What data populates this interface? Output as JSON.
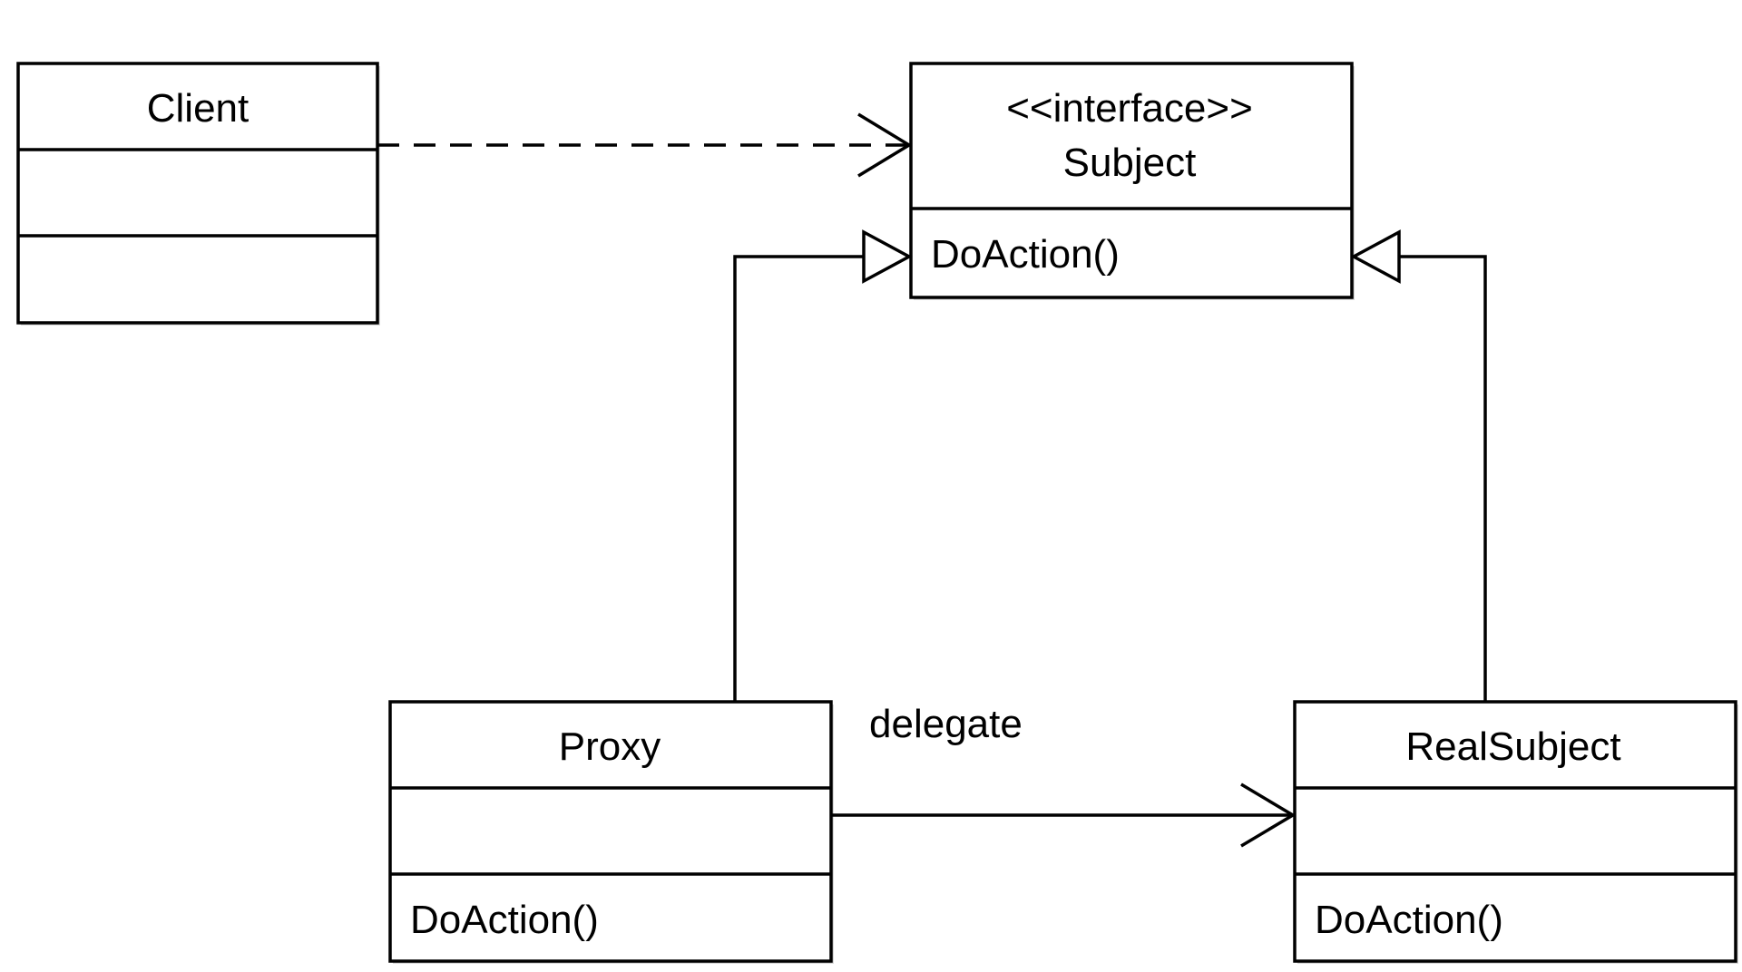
{
  "diagram": {
    "type": "uml-class-diagram",
    "classes": {
      "client": {
        "name": "Client",
        "attributes": [],
        "methods": []
      },
      "subject": {
        "stereotype": "<<interface>>",
        "name": "Subject",
        "methods": [
          "DoAction()"
        ]
      },
      "proxy": {
        "name": "Proxy",
        "attributes": [],
        "methods": [
          "DoAction()"
        ]
      },
      "real_subject": {
        "name": "RealSubject",
        "attributes": [],
        "methods": [
          "DoAction()"
        ]
      }
    },
    "relations": [
      {
        "from": "Client",
        "to": "Subject",
        "kind": "dependency"
      },
      {
        "from": "Proxy",
        "to": "Subject",
        "kind": "realization"
      },
      {
        "from": "RealSubject",
        "to": "Subject",
        "kind": "realization"
      },
      {
        "from": "Proxy",
        "to": "RealSubject",
        "kind": "association",
        "label": "delegate"
      }
    ],
    "colors": {
      "stroke": "#000000",
      "fill": "#ffffff",
      "shadow": "#d9d9d9"
    }
  }
}
